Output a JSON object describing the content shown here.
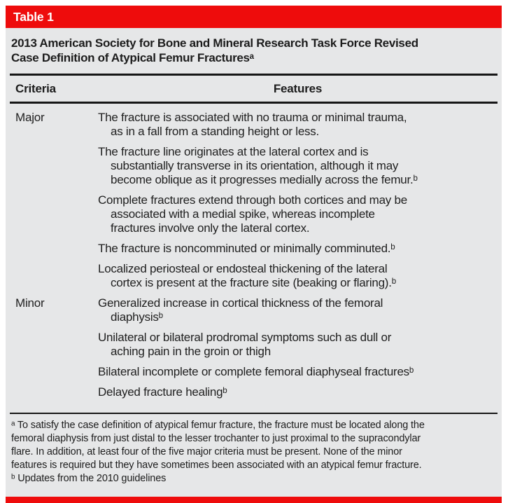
{
  "figure": {
    "label": "Table 1",
    "title": "2013 American Society for Bone and Mineral Research Task Force Revised\nCase Definition of Atypical Femur Fracturesᵃ",
    "columns": {
      "criteria": "Criteria",
      "features": "Features"
    },
    "criteria_groups": [
      {
        "name": "Major",
        "features": [
          "The fracture is associated with no trauma or minimal trauma,\nas in a fall from a standing height or less.",
          "The fracture line originates at the lateral cortex and is\nsubstantially transverse in its orientation, although it may\nbecome oblique as it progresses medially across the femur.ᵇ",
          "Complete fractures extend through both cortices and may be\nassociated with a medial spike, whereas incomplete\nfractures involve only the lateral cortex.",
          "The fracture is noncomminuted or minimally comminuted.ᵇ",
          "Localized periosteal or endosteal thickening of the lateral\ncortex is present at the fracture site (beaking or flaring).ᵇ"
        ]
      },
      {
        "name": "Minor",
        "features": [
          "Generalized increase in cortical thickness of the femoral\ndiaphysisᵇ",
          "Unilateral or bilateral prodromal symptoms such as dull or\naching pain in the groin or thigh",
          "Bilateral incomplete or complete femoral diaphyseal fracturesᵇ",
          "Delayed fracture healingᵇ"
        ]
      }
    ],
    "footnotes": [
      "ᵃ To satisfy the case definition of atypical femur fracture, the fracture must be located along the\nfemoral diaphysis from just distal to the lesser trochanter to just proximal to the supracondylar\nflare. In addition, at least four of the five major criteria must be present. None of the minor\nfeatures is required but they have sometimes been associated with an atypical femur fracture.",
      "ᵇ Updates from the 2010 guidelines"
    ],
    "colors": {
      "accent_red": "#ee0c0c",
      "panel_gray": "#e6e7e8",
      "rule_black": "#161616",
      "text": "#212121"
    }
  }
}
